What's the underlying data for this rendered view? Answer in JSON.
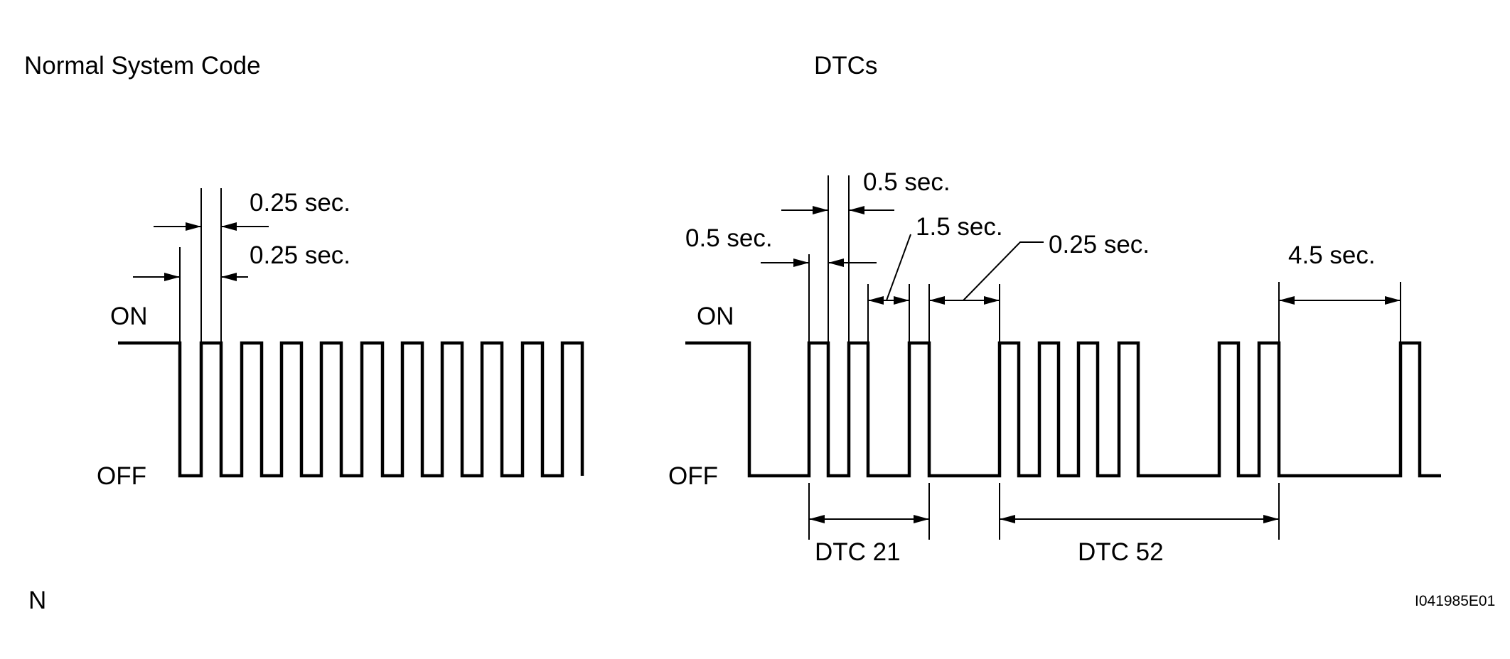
{
  "titles": {
    "normal": "Normal System Code",
    "dtcs": "DTCs"
  },
  "levels": {
    "on": "ON",
    "off": "OFF"
  },
  "normal": {
    "dim_top": "0.25 sec.",
    "dim_bottom": "0.25 sec."
  },
  "dtcs": {
    "dim_left": "0.5 sec.",
    "dim_top": "0.5 sec.",
    "dim_mid": "1.5 sec.",
    "dim_gap": "0.25 sec.",
    "dim_long": "4.5 sec.",
    "code_1": "DTC 21",
    "code_2": "DTC 52"
  },
  "corner_left": "N",
  "figure_id": "I041985E01"
}
